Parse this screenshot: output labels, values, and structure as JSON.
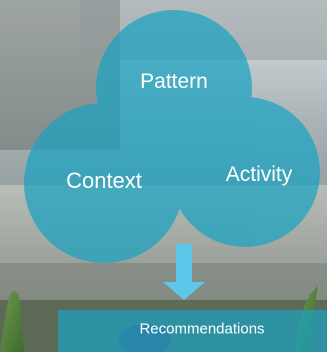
{
  "nodes": {
    "pattern": "Pattern",
    "context": "Context",
    "activity": "Activity"
  },
  "output": {
    "label": "Recommendations"
  },
  "colors": {
    "circle_fill": "#1aa3c2",
    "arrow": "#5bc8ea",
    "text": "#ffffff"
  }
}
